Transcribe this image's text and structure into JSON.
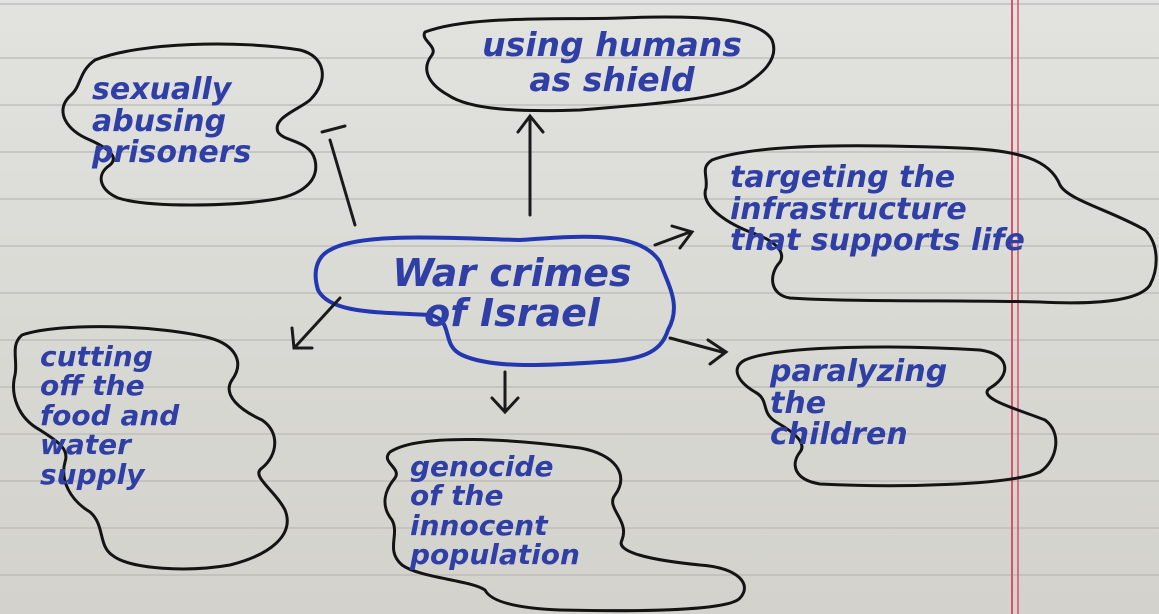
{
  "diagram": {
    "type": "mind-map",
    "center": {
      "text": "War crimes\nof Israel"
    },
    "nodes": [
      {
        "id": "shield",
        "text": "using humans\nas shield"
      },
      {
        "id": "sexual",
        "text": "sexually\nabusing\nprisoners"
      },
      {
        "id": "infra",
        "text": "targeting the\ninfrastructure\nthat supports life"
      },
      {
        "id": "food",
        "text": "cutting\noff the\nfood and\nwater\nsupply"
      },
      {
        "id": "genocide",
        "text": "genocide\nof the\ninnocent\npopulation"
      },
      {
        "id": "children",
        "text": "paralyzing\nthe\nchildren"
      }
    ],
    "colors": {
      "ink_blue": "#2f3fa6",
      "ink_black": "#141414",
      "paper": "#dcdcd8",
      "margin_line": "#d9506a"
    }
  }
}
